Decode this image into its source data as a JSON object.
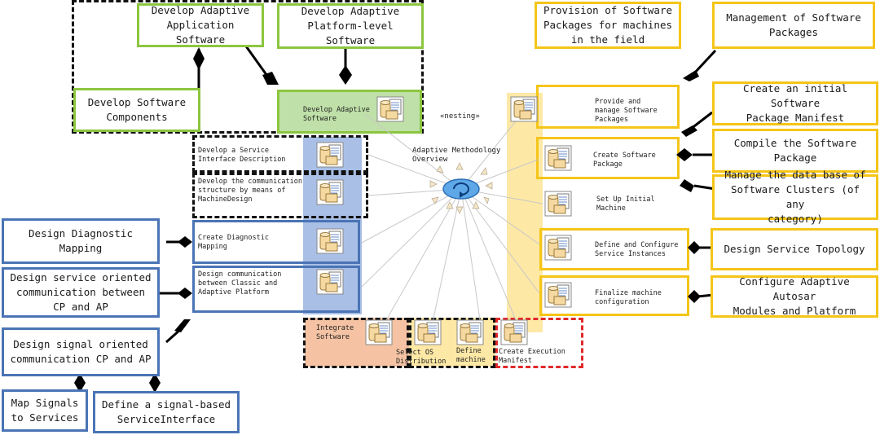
{
  "colors": {
    "green": "#8cc63f",
    "yellow": "#f5c518",
    "blue": "#4a74b5",
    "red": "#e02a2a",
    "blue_band": "#a9bfe6",
    "yellow_band": "#fde8a6",
    "orange_band": "#f5c3a4",
    "green_fill": "#bfe0a8"
  },
  "center": {
    "title": "Adaptive Methodology\nOverview",
    "nesting": "«nesting»",
    "icon": "rotate-cycle-icon"
  },
  "green_boxes": {
    "app_software": "Develop Adaptive\nApplication Software",
    "platform_software": "Develop Adaptive\nPlatform-level Software",
    "software_components": "Develop Software\nComponents"
  },
  "yellow_boxes": {
    "provision_packages": "Provision of Software\nPackages for machines\nin the field",
    "management_packages": "Management of Software\nPackages",
    "initial_manifest": "Create an initial Software\nPackage Manifest",
    "compile_package": "Compile the Software\nPackage",
    "manage_database": "Manage the data base of\nSoftware Clusters (of any\ncategory)",
    "design_topology": "Design Service Topology",
    "configure_modules": "Configure Adaptive Autosar\nModules and Platform"
  },
  "blue_boxes": {
    "diagnostic_mapping": "Design Diagnostic\nMapping",
    "service_oriented": "Design service oriented\ncommunication between\nCP and AP",
    "signal_oriented": "Design signal oriented\ncommunication CP and AP",
    "map_signals": "Map Signals\nto Services",
    "signal_interface": "Define a signal-based\nServiceInterface"
  },
  "activities": {
    "develop_adaptive_software": "Develop Adaptive\nSoftware",
    "service_interface": "Develop a Service\nInterface Description",
    "comm_structure": "Develop the communication\nstructure by  means of\nMachineDesign",
    "diagnostic": "Create Diagnostic\nMapping",
    "classic_adaptive": "Design communication\nbetween Classic and\nAdaptive Platform",
    "provide_manage": "Provide and\nmanage Software\nPackages",
    "create_package": "Create Software\nPackage",
    "initial_machine": "Set Up Initial\nMachine",
    "service_instances": "Define and Configure\nService Instances",
    "finalize_machine": "Finalize machine\nconfiguration",
    "integrate": "Integrate\nSoftware",
    "select_os": "Select OS\nDistribution",
    "define_machine": "Define\nmachine",
    "execution_manifest": "Create Execution\nManifest"
  }
}
